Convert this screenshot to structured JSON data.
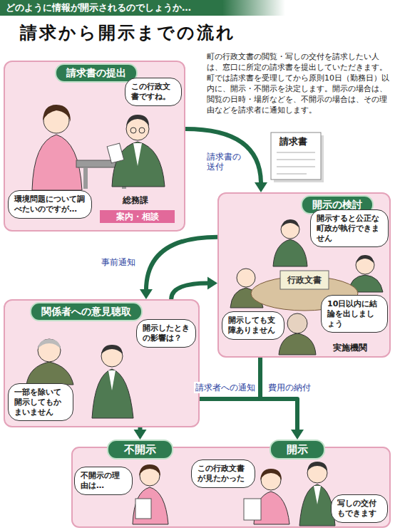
{
  "diagram": {
    "title": "請求から開示までの流れ",
    "nodes": [
      {
        "text": [
          "どのように情報が開示されるのでしょうか…"
        ]
      },
      {
        "text": [
          "請求書の提出"
        ]
      },
      {
        "text": [
          "この行政文書ですね。"
        ],
        "in": 1
      },
      {
        "text": [
          "環境問題について調べたいのですが…"
        ],
        "in": 1
      },
      {
        "text": [
          "案内・相談"
        ],
        "in": 1
      },
      {
        "text": [
          "開示の検討"
        ]
      },
      {
        "text": [
          "開示すると公正な町政が執行できません"
        ],
        "in": 5
      },
      {
        "text": [
          "開示しても支障ありません"
        ],
        "in": 5
      },
      {
        "text": [
          "10日以内に結論を出しましょう"
        ],
        "in": 5
      },
      {
        "text": [
          "関係者への意見聴取"
        ]
      },
      {
        "text": [
          "開示したときの影響は？"
        ],
        "in": 9
      },
      {
        "text": [
          "一部を除いて開示してもかまいません"
        ],
        "in": 9
      },
      {
        "text": [
          "不開示"
        ]
      },
      {
        "text": [
          "開示"
        ]
      },
      {
        "text": [
          "不開示の理由は…"
        ]
      },
      {
        "text": [
          "この行政文書が見たかった"
        ]
      },
      {
        "text": [
          "写しの交付もできます"
        ]
      }
    ],
    "edges": [
      {
        "from": 1,
        "to": 5,
        "label": "請求書の送付",
        "arrow": "to"
      },
      {
        "from": 5,
        "to": 9,
        "label": "事前通知",
        "arrow": "to"
      },
      {
        "from": 9,
        "to": 5,
        "arrow": "to"
      },
      {
        "from": 5,
        "to": 12,
        "label": "請求者への通知",
        "arrow": "to"
      },
      {
        "from": 5,
        "to": 13,
        "label": "費用の納付",
        "arrow": "to"
      }
    ],
    "labels": [
      "町の行政文書の閲覧・写しの交付を請求したい人は、窓口に所定の請求書を提出していただきます。町では請求書を受理してから原則10日（勤務日）以内に、開示・不開示を決定します。開示の場合は、閲覧の日時・場所などを、不開示の場合は、その理由などを請求者に通知します。",
      "請求書",
      "総務課",
      "行政文書",
      "実施機関"
    ]
  }
}
